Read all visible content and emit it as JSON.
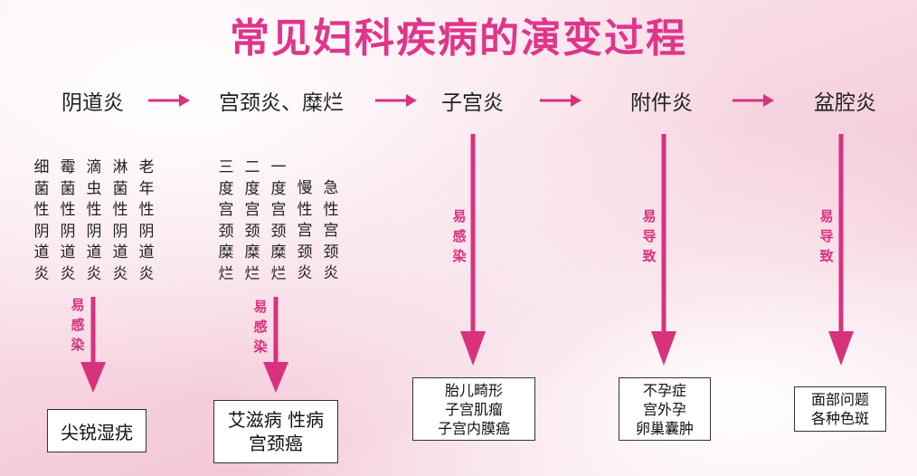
{
  "title": "常见妇科疾病的演变过程",
  "stages": [
    "阴道炎",
    "宫颈炎、糜烂",
    "子宫炎",
    "附件炎",
    "盆腔炎"
  ],
  "vaginitis_types": [
    [
      "细",
      "菌",
      "性",
      "阴",
      "道",
      "炎"
    ],
    [
      "霉",
      "菌",
      "性",
      "阴",
      "道",
      "炎"
    ],
    [
      "滴",
      "虫",
      "性",
      "阴",
      "道",
      "炎"
    ],
    [
      "淋",
      "菌",
      "性",
      "阴",
      "道",
      "炎"
    ],
    [
      "老",
      "年",
      "性",
      "阴",
      "道",
      "炎"
    ]
  ],
  "cervicitis_types": [
    [
      "三",
      "度",
      "宫",
      "颈",
      "糜",
      "烂"
    ],
    [
      "二",
      "度",
      "宫",
      "颈",
      "糜",
      "烂"
    ],
    [
      "一",
      "度",
      "宫",
      "颈",
      "糜",
      "烂"
    ],
    [
      "慢",
      "性",
      "宫",
      "颈",
      "炎"
    ],
    [
      "急",
      "性",
      "宫",
      "颈",
      "炎"
    ]
  ],
  "arrow_labels": {
    "vaginitis": [
      "易",
      "感",
      "染"
    ],
    "cervicitis": [
      "易",
      "感",
      "染"
    ],
    "uterine": [
      "易",
      "感",
      "染"
    ],
    "adnexitis": [
      "易",
      "导",
      "致"
    ],
    "pelvic": [
      "易",
      "导",
      "致"
    ]
  },
  "outcomes": {
    "vaginitis": [
      "尖锐湿疣"
    ],
    "cervicitis": [
      "艾滋病 性病",
      "宫颈癌"
    ],
    "uterine": [
      "胎儿畸形",
      "子宫肌瘤",
      "子宫内膜癌"
    ],
    "adnexitis": [
      "不孕症",
      "宫外孕",
      "卵巢囊肿"
    ],
    "pelvic": [
      "面部问题",
      "各种色斑"
    ]
  },
  "colors": {
    "accent": "#e0358a",
    "arrow": "#d8327e",
    "text": "#222222"
  }
}
